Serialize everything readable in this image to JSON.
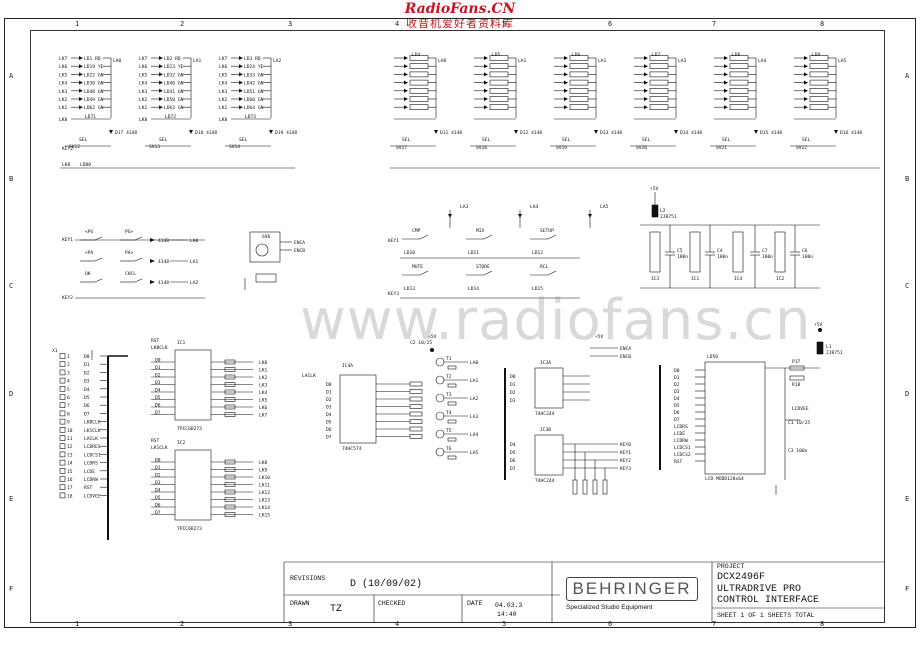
{
  "watermark_top": {
    "line1": "RadioFans.CN",
    "line2": "收音机爱好者资料库"
  },
  "watermark_center": "www.radiofans.cn",
  "grid": {
    "columns": [
      "1",
      "2",
      "3",
      "4",
      "5",
      "6",
      "7",
      "8"
    ],
    "rows": [
      "A",
      "B",
      "C",
      "D",
      "E",
      "F"
    ]
  },
  "title_block": {
    "revisions_label": "REVISIONS",
    "revision_value": "D (10/09/02)",
    "drawn_label": "DRAWN",
    "drawn_value": "TZ",
    "checked_label": "CHECKED",
    "date_label": "DATE",
    "date_value": "04.03.3",
    "time_value": "14:40",
    "brand": "BEHRINGER",
    "brand_subtitle": "Specialized Studio Equipment",
    "project_label": "PROJECT",
    "project_value": "DCX2496F",
    "title_line1": "ULTRADRIVE PRO",
    "title_line2": "CONTROL INTERFACE",
    "sheet_info": "SHEET 1  OF 1  SHEETS TOTAL"
  },
  "components": {
    "ic1": {
      "ref": "IC1",
      "part": "TPIC6B273"
    },
    "ic2": {
      "ref": "IC2",
      "part": "TPIC6B273"
    },
    "ic4": {
      "ref": "IC4A",
      "part": "74HC574"
    },
    "ic3a": {
      "ref": "IC3A",
      "part": "74HC244"
    },
    "ic3b": {
      "ref": "IC3B",
      "part": "74HC244"
    },
    "lcd": {
      "ref": "LD50",
      "part": "LCD MODD128x64"
    },
    "sv6": {
      "ref": "SV6",
      "pins": [
        "ENCA",
        "ENCB"
      ]
    },
    "l1": {
      "ref": "L1",
      "part": "2JB751"
    },
    "l2": {
      "ref": "L2",
      "part": "2JB751"
    },
    "c1": {
      "ref": "C1",
      "value": "10/25"
    },
    "c2": {
      "ref": "C2",
      "value": "10/25"
    },
    "c3": {
      "ref": "C3",
      "value": "100n"
    },
    "p17": {
      "ref": "P17"
    },
    "r18": {
      "ref": "R18"
    },
    "supply": "+5V",
    "lcd_contrast": "LCDVEE"
  },
  "led_groups": [
    {
      "lk": [
        "LK7",
        "LK6",
        "LK5",
        "LK4",
        "LK3",
        "LK2",
        "LK1"
      ],
      "leds": [
        "LD1 RD",
        "LD19 YE",
        "LD22 GN",
        "LD30 GN",
        "LD48 GN",
        "LD49 GN",
        "LD62 GN"
      ],
      "bus": "LA0",
      "diode": "D17 4148",
      "sel": "SV12",
      "key": "KEY2",
      "ld_bottom": "LD71",
      "lk_bottom": "LK8",
      "ld_row": "LD80"
    },
    {
      "lk": [
        "LK7",
        "LK6",
        "LK5",
        "LK4",
        "LK3",
        "LK2",
        "LK1"
      ],
      "leds": [
        "LD2 RD",
        "LD23 YE",
        "LD32 GN",
        "LD40 GN",
        "LD41 GN",
        "LD50 GN",
        "LD63 GN"
      ],
      "bus": "LA1",
      "diode": "D18 4148",
      "sel": "SV13",
      "key": "",
      "ld_bottom": "LD72",
      "lk_bottom": "LK8",
      "ld_row": ""
    },
    {
      "lk": [
        "LK7",
        "LK6",
        "LK5",
        "LK4",
        "LK3",
        "LK2",
        "LK1"
      ],
      "leds": [
        "LD3 RD",
        "LD24 YE",
        "LD33 GN",
        "LD42 GN",
        "LD51 GN",
        "LD60 GN",
        "LD64 GN"
      ],
      "bus": "LA2",
      "diode": "D19 4148",
      "sel": "SV14",
      "key": "",
      "ld_bottom": "LD73",
      "lk_bottom": "LK8",
      "ld_row": ""
    }
  ],
  "led_groups_right": [
    {
      "bus": "LA8",
      "diode": "D11 4148",
      "sel": "SV17",
      "ld": "LD4"
    },
    {
      "bus": "LA1",
      "diode": "D12 4148",
      "sel": "SV18",
      "ld": "LD5"
    },
    {
      "bus": "LA1",
      "diode": "D13 4148",
      "sel": "SV19",
      "ld": "LD6"
    },
    {
      "bus": "LA3",
      "diode": "D14 4148",
      "sel": "SV20",
      "ld": "LD7"
    },
    {
      "bus": "LA4",
      "diode": "D15 4148",
      "sel": "SV21",
      "ld": "LD8"
    },
    {
      "bus": "LA5",
      "diode": "D16 4148",
      "sel": "SV22",
      "ld": "LD9"
    }
  ],
  "keys_left": [
    "<PG",
    "PG>",
    "<PA",
    "PA>",
    "OK",
    "CHCL"
  ],
  "keys_mid": [
    "CMP",
    "MIX",
    "SETUP",
    "MUTE",
    "STORE",
    "RCL"
  ],
  "key_nets": [
    "KEY0",
    "KEY1",
    "KEY2",
    "KEY3"
  ],
  "connector": {
    "ref": "X1",
    "pins": [
      "D0",
      "D1",
      "D2",
      "D3",
      "D4",
      "D5",
      "D6",
      "D7",
      "LKBCLK",
      "LK1CLK",
      "LACLK",
      "LCDRES",
      "LCDCS1",
      "LCDRS",
      "LCDE",
      "LCDRW",
      "RST",
      "LCDVEE"
    ]
  },
  "outputs_ic1": [
    "LK0",
    "LK1",
    "LK2",
    "LK3",
    "LK4",
    "LK5",
    "LK6",
    "LK7"
  ],
  "outputs_ic2": [
    "LK8",
    "LK9",
    "LK10",
    "LK11",
    "LK12",
    "LK13",
    "LK14",
    "LK15"
  ],
  "la_outputs": [
    "LA0",
    "LA1",
    "LA2",
    "LA3",
    "LA4",
    "LA5"
  ],
  "enc_nets": [
    "ENCA",
    "ENCB"
  ],
  "lcd_pins": [
    "D0",
    "D1",
    "D2",
    "D3",
    "D4",
    "D5",
    "D6",
    "D7",
    "LCDRS",
    "LCDE",
    "LCDRW",
    "LCDCS1",
    "LCDCS2",
    "RST"
  ]
}
